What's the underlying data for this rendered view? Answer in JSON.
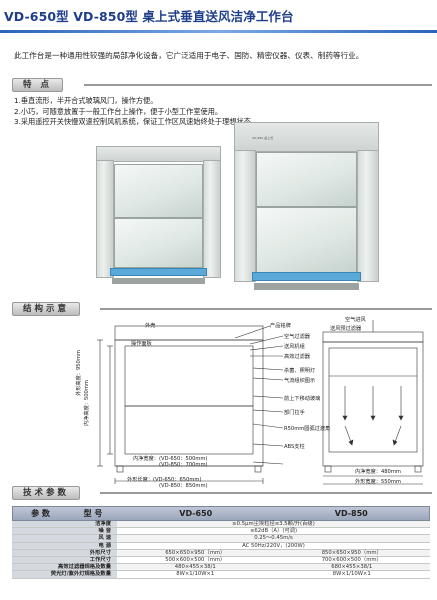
{
  "header": {
    "title": "VD-650型 VD-850型 桌上式垂直送风洁净工作台"
  },
  "intro": "此工作台是一种通用性较强的局部净化设备，它广泛适用于电子、国防、精密仪器、仪表、制药等行业。",
  "sections": {
    "features": "特 点",
    "structure": "结构示意",
    "specs": "技术参数"
  },
  "features": [
    "1.垂直流形，半开合式玻璃风门，操作方便。",
    "2.小巧，可随意放置于一般工作台上操作，便于小型工作室使用。",
    "3.采用遥控开关快慢双速控制风机系统，保证工作区风速始终处于理想状态。"
  ],
  "photos": {
    "right_cabinet_label": "VD-850 桌上式"
  },
  "diagram": {
    "labels": {
      "top_panel": "外壳",
      "name_plate": "产品铭牌",
      "air_switch": "空气过滤器",
      "fan": "送风机组",
      "hepa": "高效过滤器",
      "light": "杀菌、照明灯",
      "airflow": "气流组织图示",
      "glass_door": "前上下移动玻璃",
      "door_handle": "部门拉手",
      "work_surface": "R50mm圆弧过渡角",
      "abs": "ABS支柱",
      "air_in": "空气进风",
      "pre_filter": "送风预过滤器",
      "left_front": "操作面板",
      "inner_width": "内净宽度：(VD-650：500mm)",
      "inner_width_2": "(VD-850：700mm)",
      "outer_width": "外形长度：(VD-650：650mm)",
      "outer_width_2": "(VD-850：850mm)",
      "inner_depth": "内净宽度：480mm",
      "outer_depth": "外形宽度：550mm",
      "outer_height": "外形高度：950mm",
      "inner_height": "内净高度：500mm"
    }
  },
  "specs": {
    "header": [
      "参 数",
      "型 号",
      "VD-650",
      "VD-850"
    ],
    "rows": [
      {
        "label": "洁净度",
        "merged": "≥0.5μm尘埃粒径≤3.5颗/升(百级)"
      },
      {
        "label": "噪 音",
        "merged": "≤62dB（A）(可调)"
      },
      {
        "label": "风 速",
        "merged": "0.25～0.45m/s"
      },
      {
        "label": "电 源",
        "merged": "AC 50Hz/220V，(200W)"
      },
      {
        "label": "外形尺寸",
        "a": "650×650×950（mm）",
        "b": "850×650×950（mm）"
      },
      {
        "label": "工作尺寸",
        "a": "500×600×500（mm）",
        "b": "700×600×500（mm）"
      },
      {
        "label": "高效过滤器规格及数量",
        "a": "480×455×38/1",
        "b": "680×455×38/1"
      },
      {
        "label": "荧光灯/紫外灯规格及数量",
        "a": "8W×1/10W×1",
        "b": "8W×1/10W×1"
      }
    ]
  }
}
